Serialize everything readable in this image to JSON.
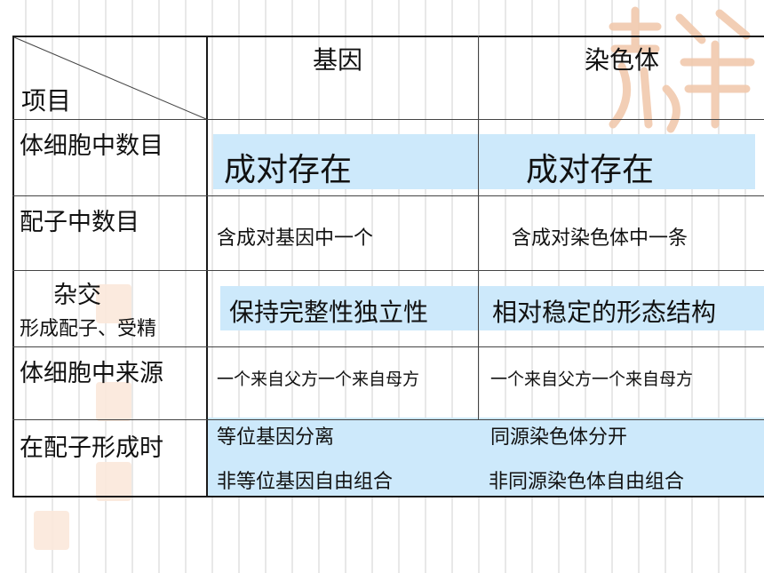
{
  "header": {
    "col_gene": "基因",
    "col_chromosome": "染色体",
    "item_label": "项目"
  },
  "rows": [
    {
      "label": "体细胞中数目",
      "gene": "成对存在",
      "chromosome": "成对存在"
    },
    {
      "label": "配子中数目",
      "gene": "含成对基因中一个",
      "chromosome": "含成对染色体中一条"
    },
    {
      "label_line1": "杂交",
      "label_line2": "形成配子、受精",
      "gene": "保持完整性独立性",
      "chromosome": "相对稳定的形态结构"
    },
    {
      "label": "体细胞中来源",
      "gene": "一个来自父方一个来自母方",
      "chromosome": "一个来自父方一个来自母方"
    },
    {
      "label": "在配子形成时",
      "gene_line1": "等位基因分离",
      "gene_line2": "非等位基因自由组合",
      "chromosome_line1": "同源染色体分开",
      "chromosome_line2": "非同源染色体自由组合"
    }
  ],
  "colors": {
    "highlight": "#cde9fb",
    "seal": "#f1c9ad",
    "line": "#1a1a1a"
  }
}
